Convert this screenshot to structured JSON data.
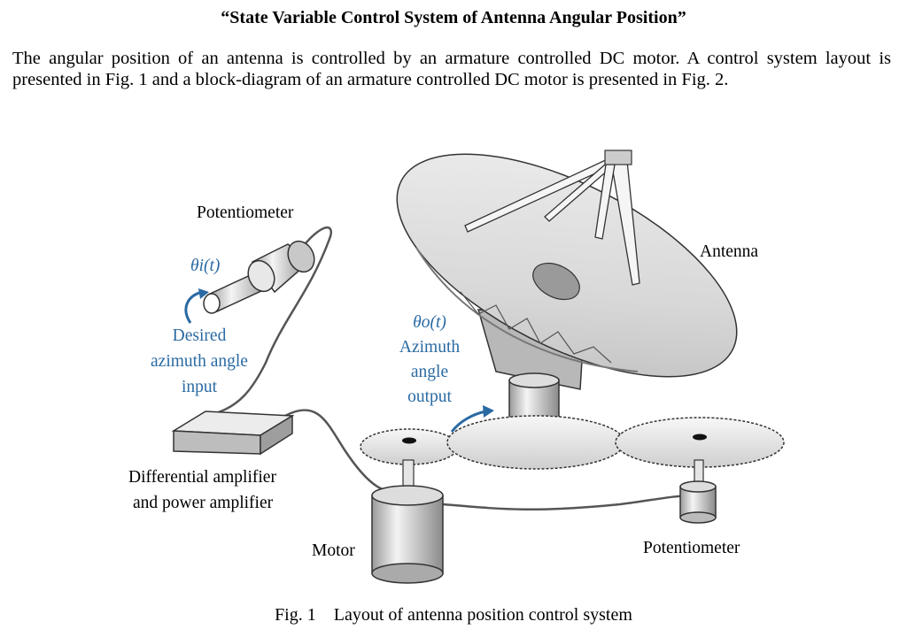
{
  "document": {
    "title": "“State Variable Control System of Antenna Angular Position”",
    "paragraph": "The angular position of an antenna is controlled by an armature controlled DC motor. A control system layout is presented in Fig. 1 and a block-diagram of an armature controlled DC motor is presented in Fig. 2."
  },
  "figure": {
    "labels": {
      "potentiometer_top": "Potentiometer",
      "theta_i": "θi(t)",
      "desired_line1": "Desired",
      "desired_line2": "azimuth angle",
      "desired_line3": "input",
      "antenna": "Antenna",
      "theta_o": "θo(t)",
      "azimuth_line1": "Azimuth",
      "azimuth_line2": "angle",
      "azimuth_line3": "output",
      "amp_line1": "Differential amplifier",
      "amp_line2": "and power amplifier",
      "motor": "Motor",
      "potentiometer_bottom": "Potentiometer"
    },
    "caption_number": "Fig. 1",
    "caption_text": "Layout of antenna position control system",
    "colors": {
      "annotation_blue": "#2a6aa3",
      "dish": "#d6d6d6"
    }
  }
}
